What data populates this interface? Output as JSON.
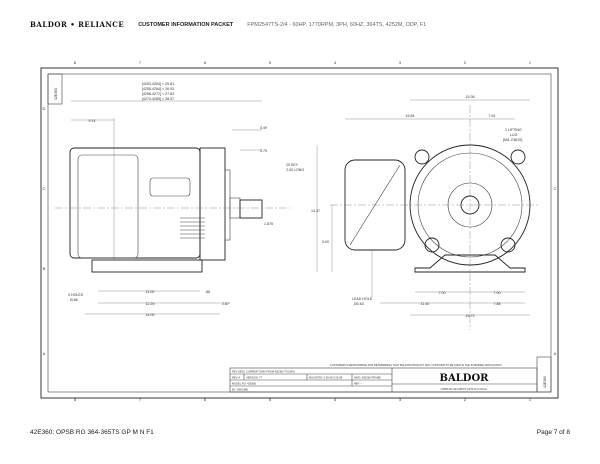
{
  "header": {
    "logo": "BALDOR • RELIANCE",
    "packet": "CUSTOMER INFORMATION PACKET",
    "description": "FPM2547TS-2/4 - 60HP, 1770RPM, 3PH, 60HZ, 364TS, 4252M, ODP, F1"
  },
  "frame": {
    "columns": [
      "8",
      "7",
      "6",
      "5",
      "4",
      "3",
      "2",
      "1"
    ],
    "rows": [
      "D",
      "C",
      "B",
      "A"
    ],
    "drawing_number_tab": "42E360"
  },
  "side_view": {
    "overall": [
      "[4253-4254] = 25.81",
      "[4255-4264] = 26.93",
      "[4266-4272] = 27.83",
      "[4274-4285] = 28.57"
    ],
    "d_914": "9.14",
    "d_349": "3.49",
    "d_375": "3.75",
    "key": "20 KEY",
    "key_len": "2.00 LONG",
    "shaft": "1.875",
    "holes": "4 HOLES",
    "hole_dia": "Ø.66",
    "d_1100": "11.00",
    "d_88": ".88",
    "d_1225": "12.25",
    "d_287": "2.87",
    "d_1400": "14.00"
  },
  "front_view": {
    "d_1538": "15.38",
    "d_1584": "15.84",
    "d_761": "7.61",
    "lift": "1 LIFTING",
    "lift2": "LUG",
    "lift3": "[M&..ENDS]",
    "d_1437": "14.37",
    "d_900": "9.00",
    "lead": "LEAD HOLE",
    "lead_dia": "Ø3.63",
    "d_700a": "7.00",
    "d_700b": "7.00",
    "d_1140": "11.40",
    "d_788": "7.88",
    "d_1573": "15.73"
  },
  "title_block": {
    "note": "CUSTOMER IS RESPONSIBLE FOR DETERMINING THAT BALDOR PRODUCT WILL CONFORM TO BE SAFE IN THE INTENDED APPLICATION",
    "rev_row": "REV  DESC  CURRENT DWN FROM 42E360 TO DWG",
    "rev": "REV: A",
    "version": "VERSION: 77",
    "model": "MODEL NO: 42E360",
    "mfr": "MOUNTED: 3-26-08 3-26-08",
    "dwg": "DWG: 42E360-FRAME",
    "sheet": "REF: --",
    "by": "BY: DWG/MB",
    "brand": "BALDOR",
    "subtitle": "OPSB RG 364-365TS GP M N F1 DUAL"
  },
  "footer": {
    "doc": "42E360: OPSB RG 364-365TS GP M N F1",
    "page": "Page 7 of 8"
  }
}
